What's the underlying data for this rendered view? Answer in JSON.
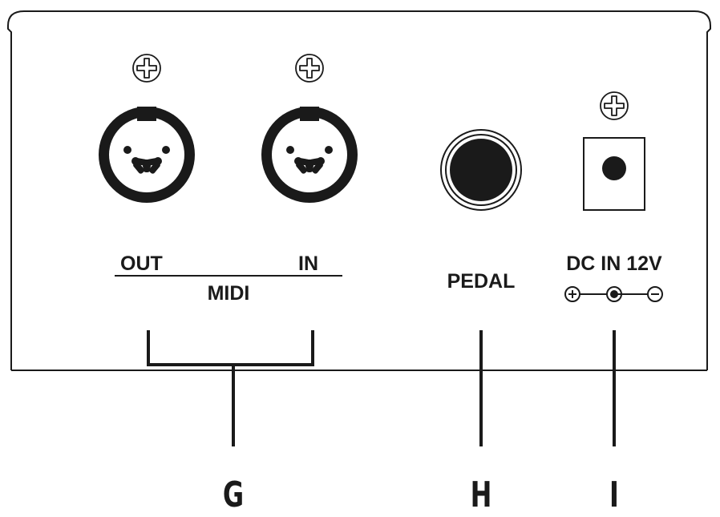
{
  "panel": {
    "midi_out_label": "OUT",
    "midi_in_label": "IN",
    "midi_group_label": "MIDI",
    "pedal_label": "PEDAL",
    "dc_label": "DC IN 12V"
  },
  "callouts": {
    "g": "G",
    "h": "H",
    "i": "I"
  },
  "colors": {
    "ink": "#1a1a1a",
    "panel_fill": "#ffffff"
  }
}
